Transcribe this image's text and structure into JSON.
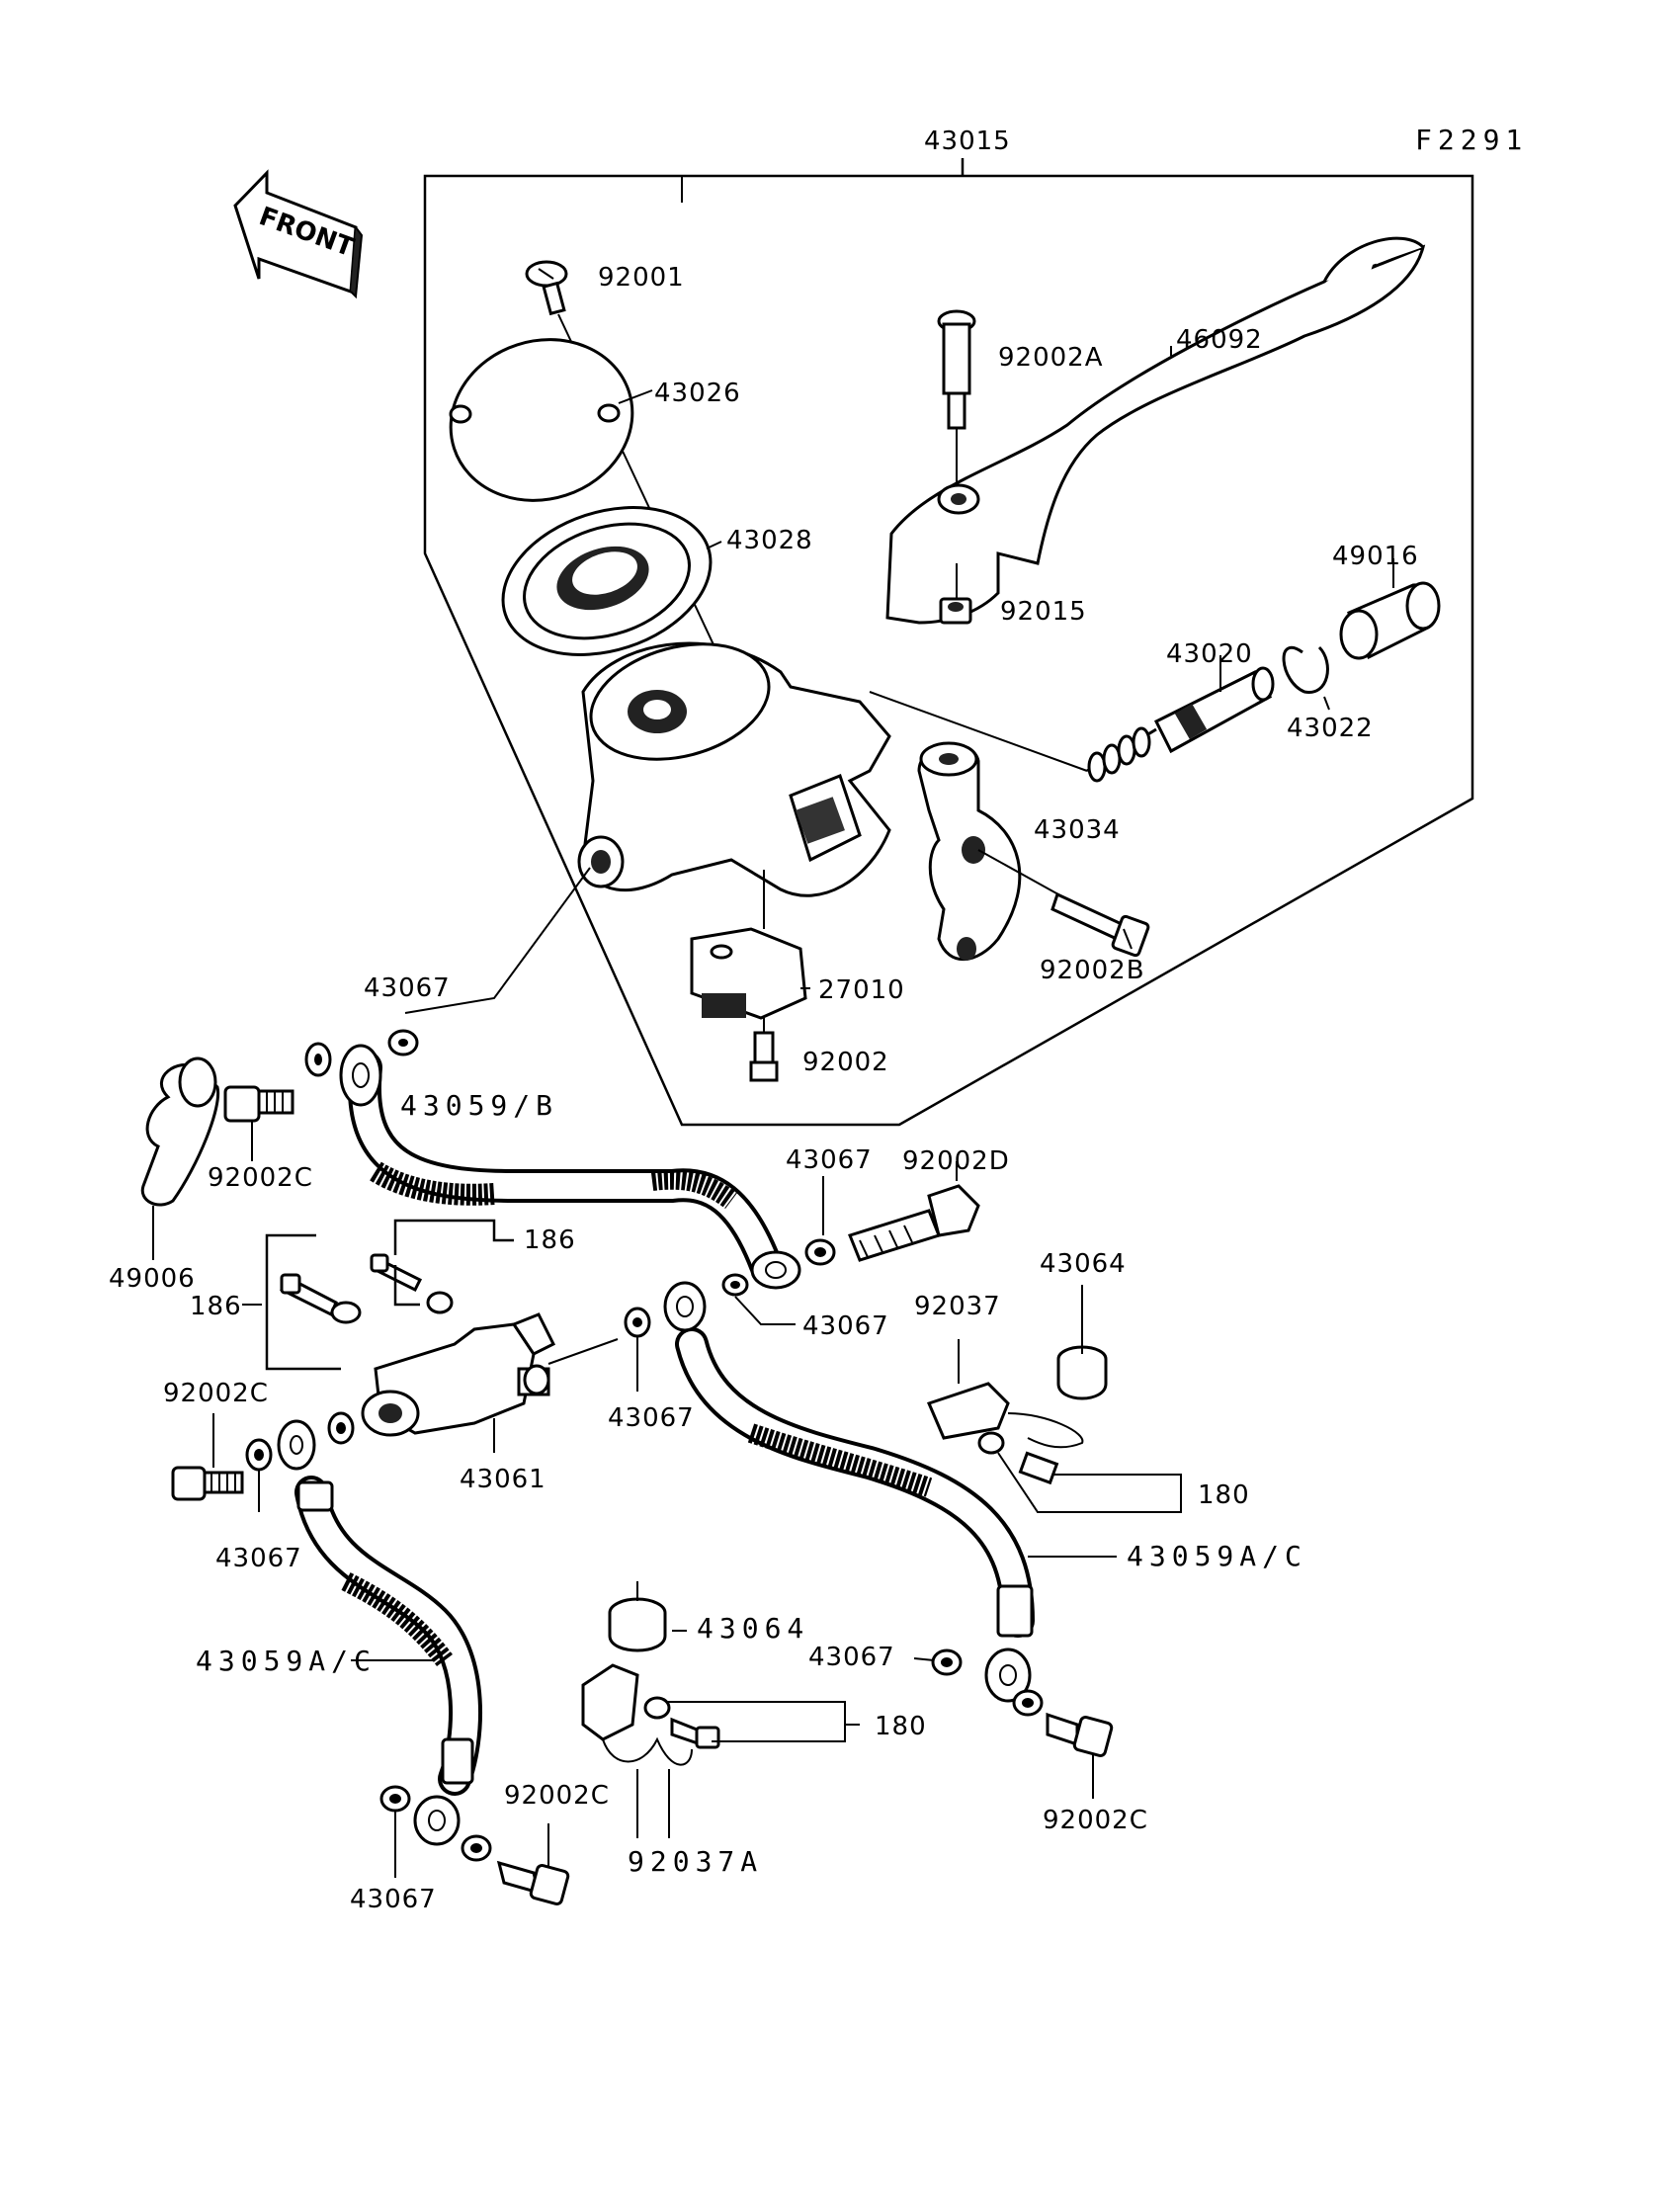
{
  "diagram_code": "F2291",
  "front_label": "FRONT",
  "labels": {
    "l43015": "43015",
    "l92001": "92001",
    "l43026": "43026",
    "l43028": "43028",
    "l92002A": "92002A",
    "l46092": "46092",
    "l92015": "92015",
    "l49016": "49016",
    "l43020": "43020",
    "l43022": "43022",
    "l43034": "43034",
    "l92002B": "92002B",
    "l27010": "27010",
    "l92002": "92002",
    "l43067_a": "43067",
    "l43059B": "43059/B",
    "l92002C_a": "92002C",
    "l49006": "49006",
    "l43067_b": "43067",
    "l92002D": "92002D",
    "l186_a": "186",
    "l186_b": "186",
    "l43067_c": "43067",
    "l92037": "92037",
    "l43064_a": "43064",
    "l92002C_b": "92002C",
    "l43067_d": "43067",
    "l43061": "43061",
    "l180_a": "180",
    "l43067_e": "43067",
    "l43059AC_a": "43059A/C",
    "l43064_b": "43064",
    "l43059AC_b": "43059A/C",
    "l43067_f": "43067",
    "l180_b": "180",
    "l92002C_c": "92002C",
    "l92037A": "92037A",
    "l92002C_d": "92002C",
    "l43067_g": "43067"
  }
}
